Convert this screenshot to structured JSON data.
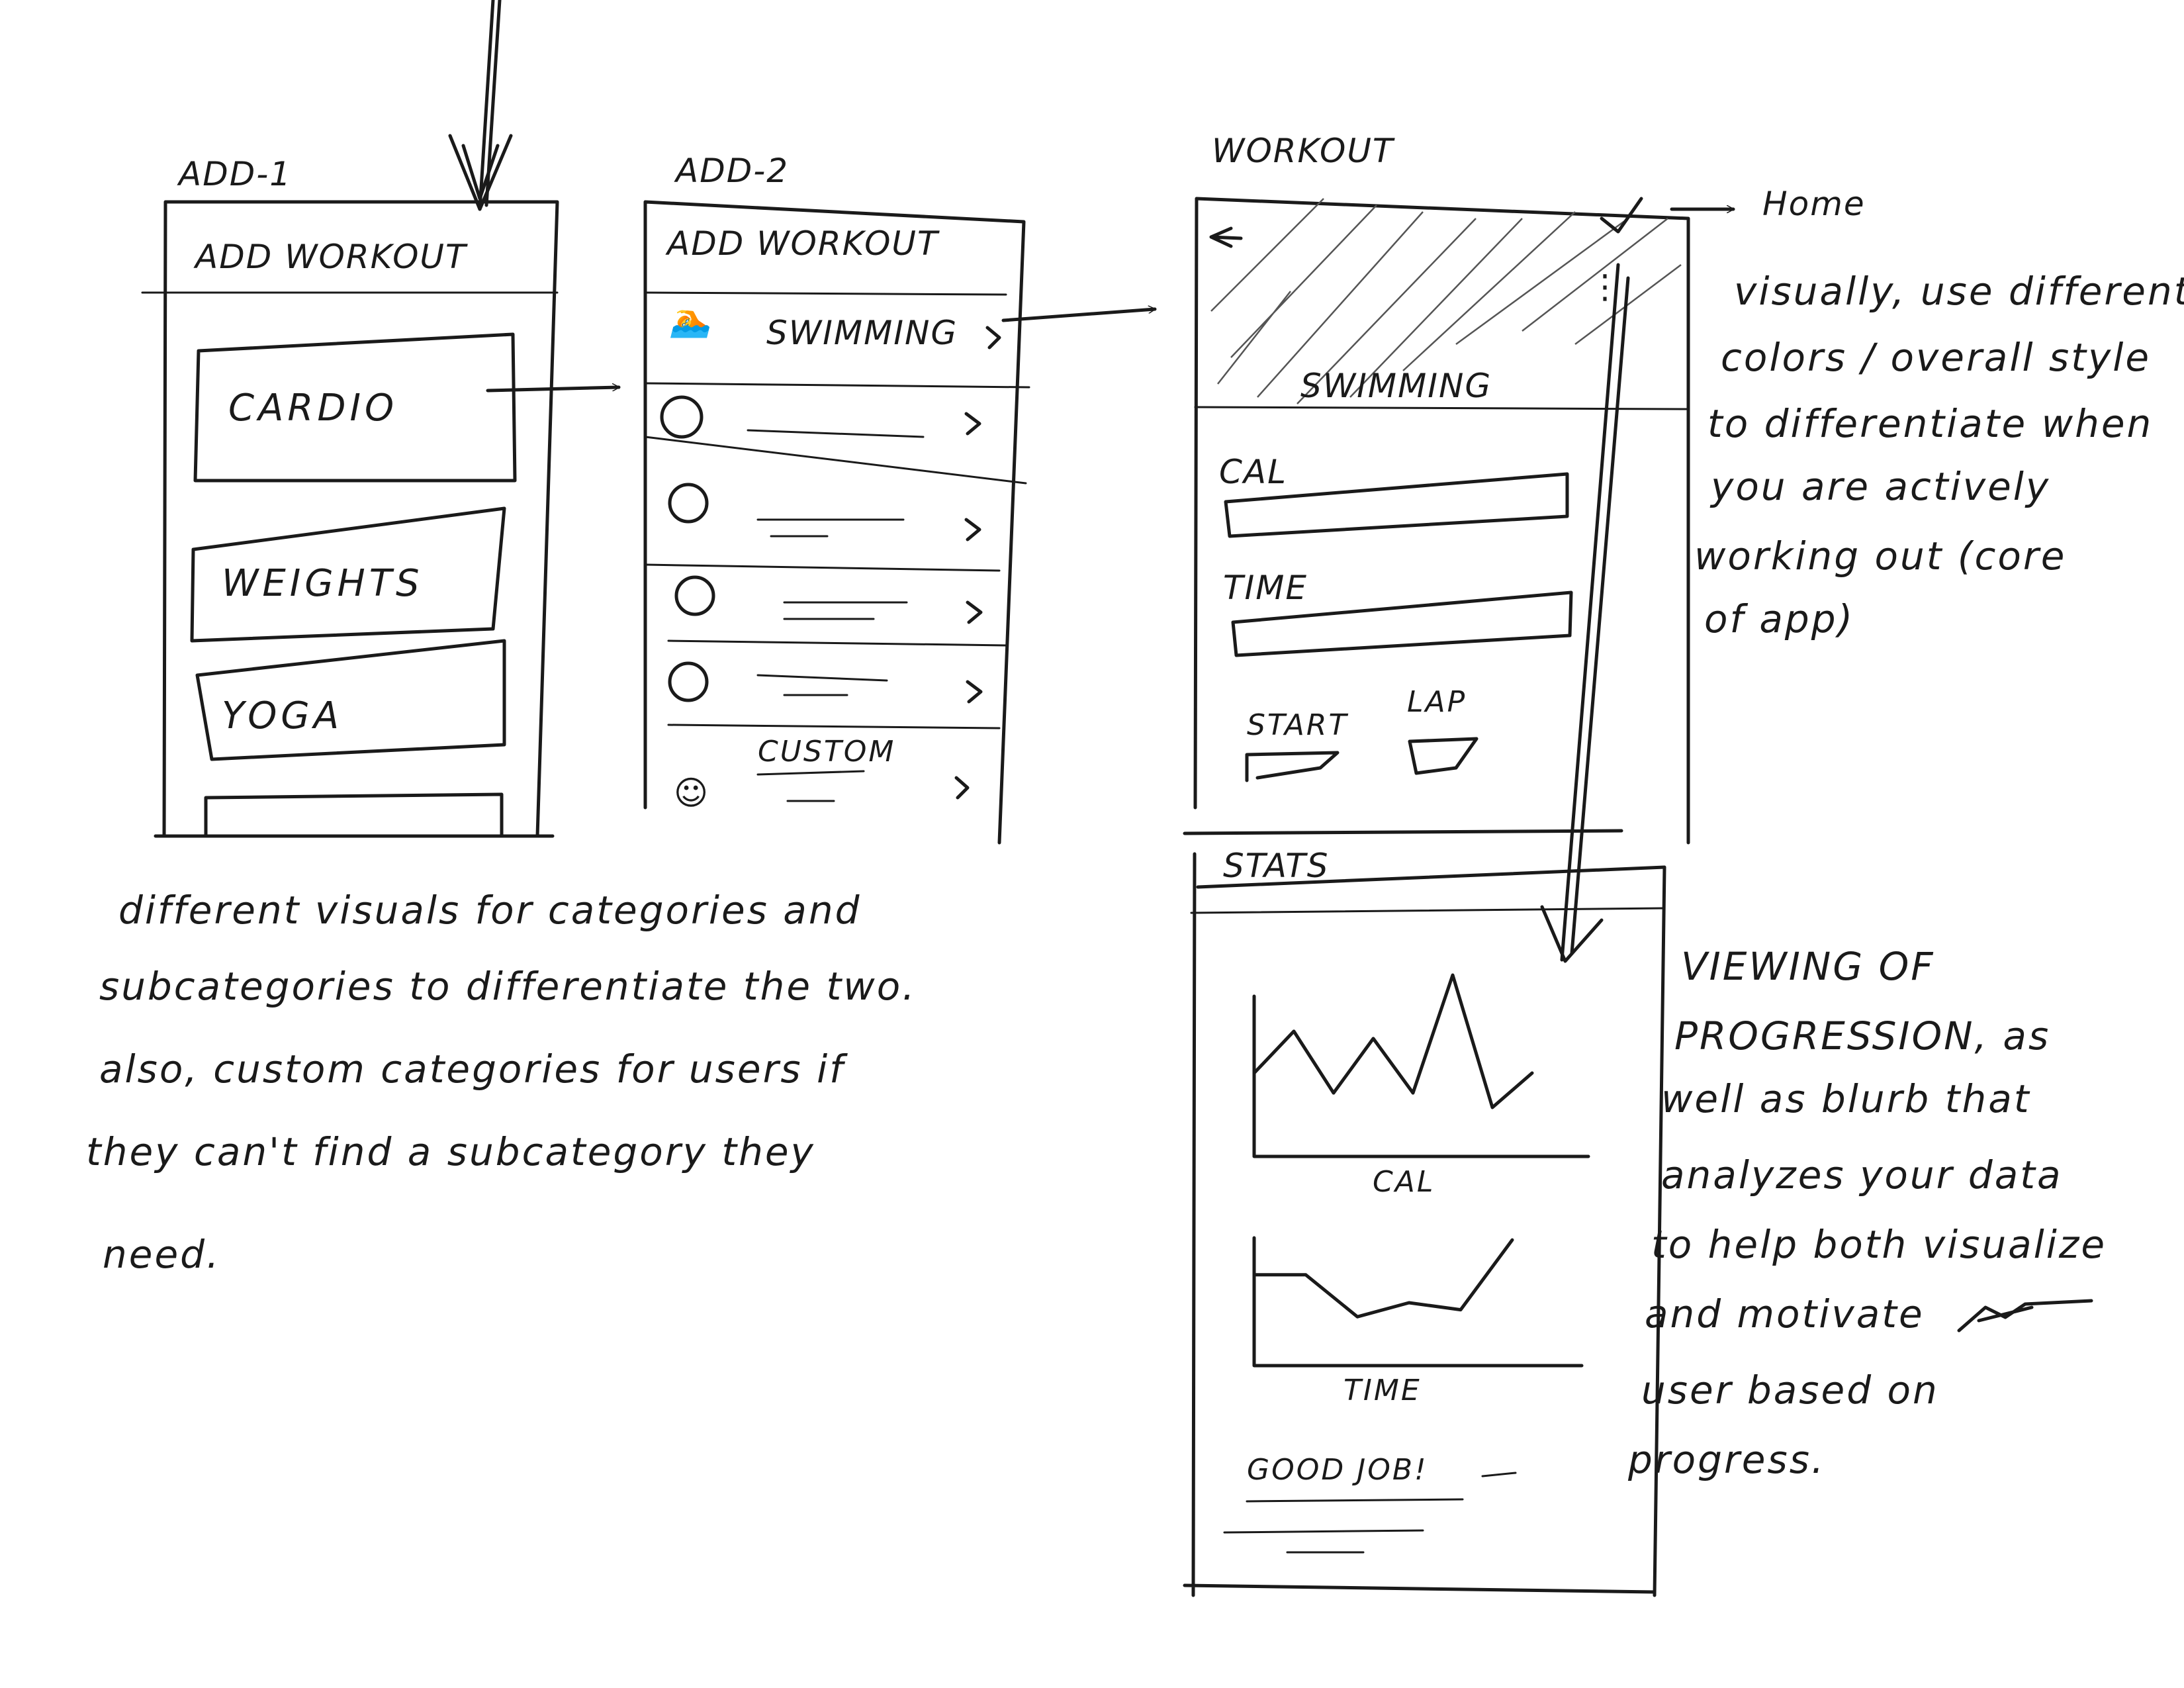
{
  "screens": {
    "add1": {
      "label": "ADD-1",
      "title": "ADD WORKOUT",
      "categories": [
        "CARDIO",
        "WEIGHTS",
        "YOGA"
      ]
    },
    "add2": {
      "label": "ADD-2",
      "title": "ADD WORKOUT",
      "first_item": "SWIMMING",
      "custom_item": "CUSTOM"
    },
    "workout": {
      "label": "WORKOUT",
      "activity": "SWIMMING",
      "home_link": "Home",
      "cal_label": "CAL",
      "time_label": "TIME",
      "start_label": "START",
      "lap_label": "LAP"
    },
    "stats": {
      "label": "STATS",
      "cal_chart_label": "CAL",
      "time_chart_label": "TIME",
      "message": "GOOD JOB!"
    }
  },
  "notes": {
    "left": [
      "different visuals for categories and",
      "subcategories to differentiate the two.",
      "also, custom categories for users if",
      "they can't find a subcategory they",
      "need."
    ],
    "right_top": [
      "visually, use different",
      "colors / overall style",
      "to differentiate when",
      "you are actively",
      "working out (core",
      "of app)"
    ],
    "right_bottom": [
      "VIEWING OF",
      "PROGRESSION, as",
      "well as blurb that",
      "analyzes your data",
      "to help both visualize",
      "and motivate",
      "user based on",
      "progress."
    ]
  },
  "chart_data": [
    {
      "type": "line",
      "title": "CAL",
      "values": [
        4.6,
        6.9,
        3.5,
        6.5,
        3.5,
        10,
        2.7,
        4.6
      ],
      "ylim": [
        0,
        10
      ]
    },
    {
      "type": "line",
      "title": "TIME",
      "values": [
        6.5,
        6.5,
        3.5,
        4.5,
        4,
        9
      ],
      "ylim": [
        0,
        10
      ]
    }
  ]
}
